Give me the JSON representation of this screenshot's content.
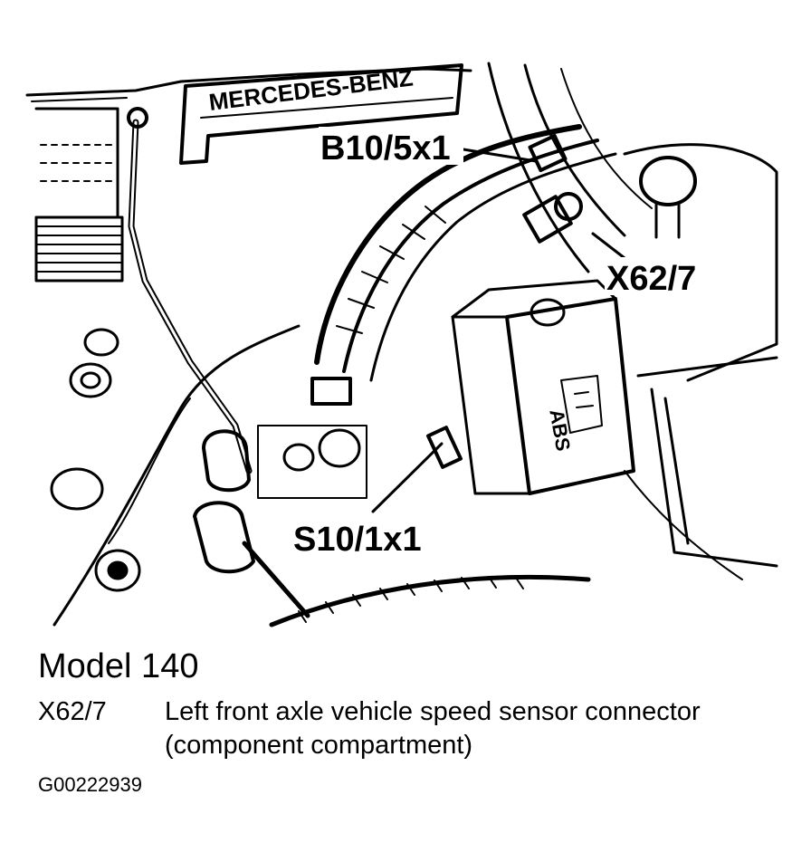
{
  "diagram": {
    "stamp": "MERCEDES-BENZ",
    "abs_label": "ABS",
    "callouts": {
      "b10": "B10/5x1",
      "x62": "X62/7",
      "s10": "S10/1x1"
    }
  },
  "caption": {
    "model": "Model 140"
  },
  "legend": {
    "code": "X62/7",
    "line1": "Left front axle vehicle speed sensor connector",
    "line2": "(component compartment)"
  },
  "figure_id": "G00222939"
}
